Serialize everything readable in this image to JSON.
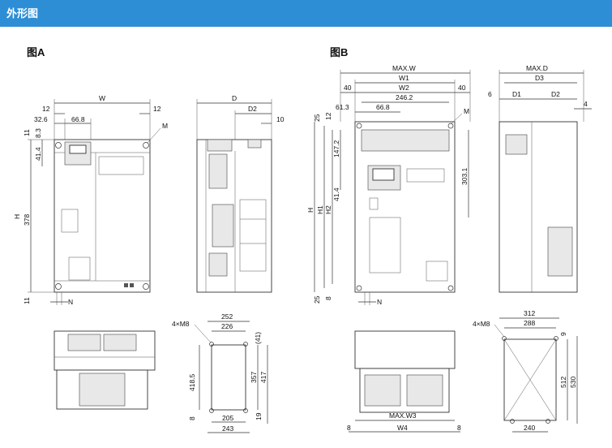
{
  "header": {
    "title": "外形图"
  },
  "figures": {
    "a_label": "图A",
    "b_label": "图B"
  },
  "dims_a_front": {
    "w": "W",
    "d12l": "12",
    "d12r": "12",
    "d326": "32.6",
    "d668": "66.8",
    "m": "M",
    "h": "H",
    "d378": "378",
    "d11t": "11",
    "d83": "8.3",
    "d414": "41.4",
    "d11b": "11",
    "n": "N"
  },
  "dims_a_side": {
    "d": "D",
    "d2": "D2",
    "d10": "10"
  },
  "dims_a_mount": {
    "m8": "4×M8",
    "d252": "252",
    "d226": "226",
    "d41": "(41)",
    "d4185": "418.5",
    "d357": "357",
    "d417": "417",
    "d8": "8",
    "d205": "205",
    "d243": "243",
    "d19": "19"
  },
  "dims_b_front": {
    "maxw": "MAX.W",
    "w1": "W1",
    "w2": "W2",
    "d40l": "40",
    "d40r": "40",
    "d2462": "246.2",
    "d613": "61.3",
    "d668": "66.8",
    "m": "M",
    "d25t": "25",
    "d12": "12",
    "d1472": "147.2",
    "d414": "41.4",
    "h": "H",
    "h1": "H1",
    "h2": "H2",
    "d3031": "303.1",
    "d25b": "25",
    "d8": "8",
    "n": "N"
  },
  "dims_b_side": {
    "maxd": "MAX.D",
    "d3": "D3",
    "d6": "6",
    "d1": "D1",
    "d2": "D2",
    "d4": "4"
  },
  "dims_b_bottom": {
    "maxw3": "MAX.W3",
    "w4": "W4",
    "d8l": "8",
    "d8r": "8"
  },
  "dims_b_mount": {
    "m8": "4×M8",
    "d312": "312",
    "d288": "288",
    "d9": "9",
    "d512": "512",
    "d530": "530",
    "d240": "240"
  }
}
